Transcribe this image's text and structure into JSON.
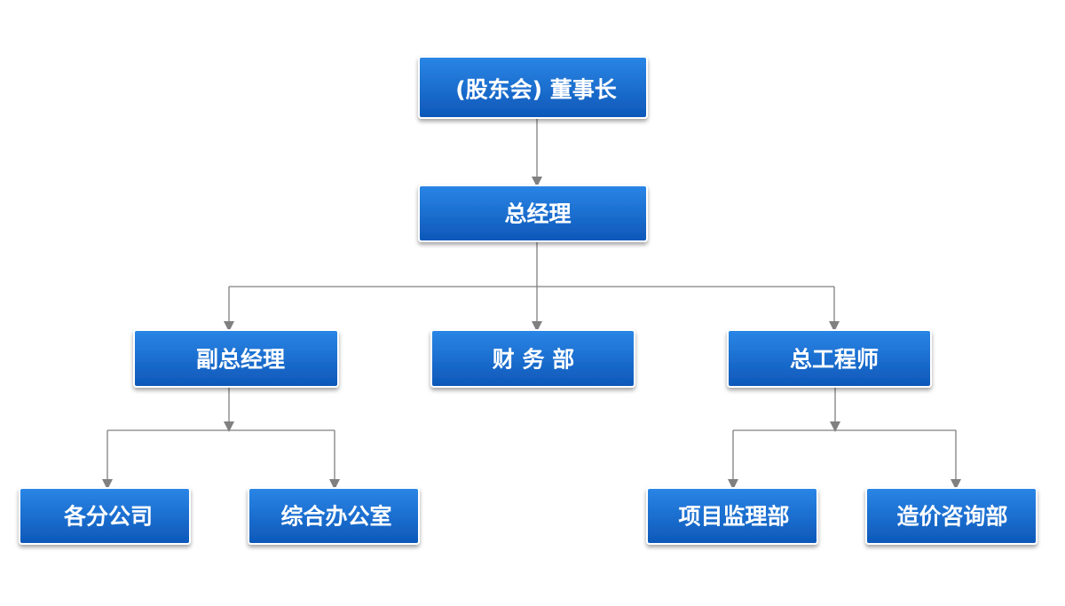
{
  "colors": {
    "box_top": "#2a86e6",
    "box_bottom": "#0d57b8",
    "text": "#ffffff",
    "connector": "#808080"
  },
  "nodes": {
    "chairman": "(股东会)  董事长",
    "general_manager": "总经理",
    "deputy_gm": "副总经理",
    "finance": "财 务 部",
    "chief_engineer": "总工程师",
    "branches": "各分公司",
    "general_office": "综合办公室",
    "project_supervision": "项目监理部",
    "cost_consulting": "造价咨询部"
  }
}
